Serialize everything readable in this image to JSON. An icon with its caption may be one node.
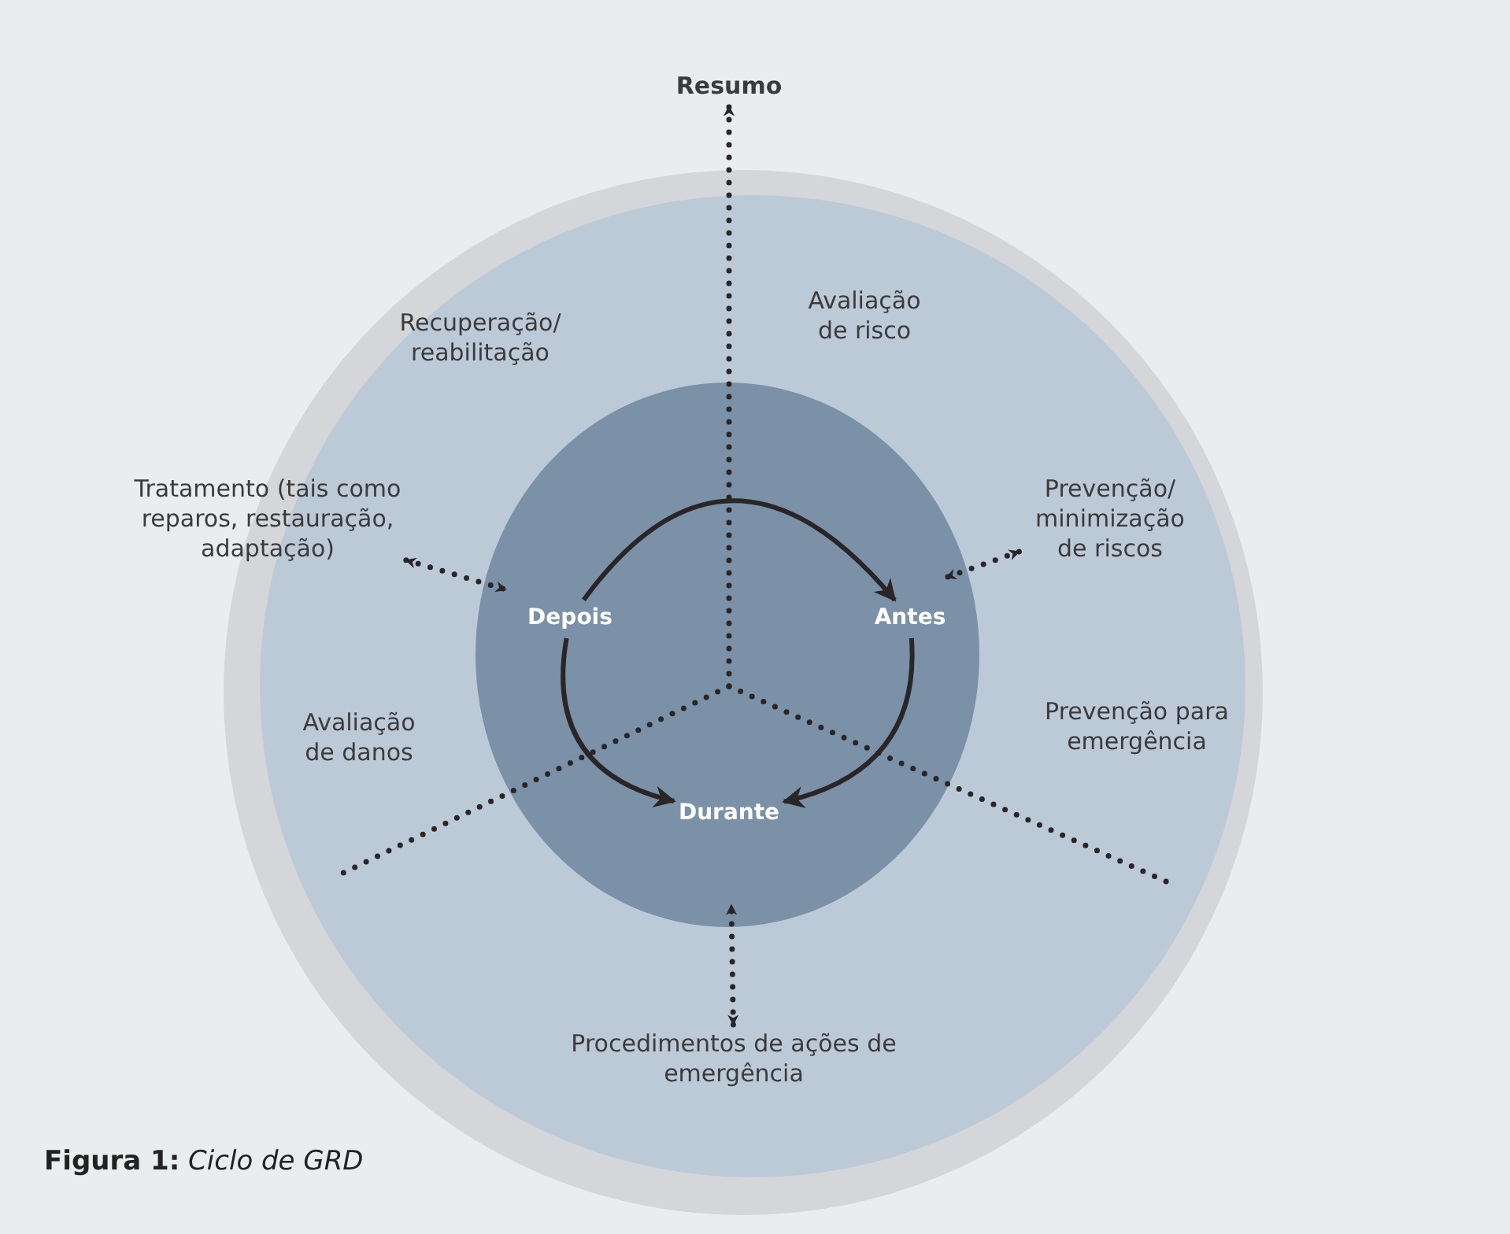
{
  "diagram": {
    "caption": "**Figura 1:** *Ciclo de GRD*",
    "nodes": [
      {
        "text": [
          "Resumo"
        ]
      },
      {
        "text": [],
        "shape": "circle"
      },
      {
        "text": [
          "Depois"
        ],
        "in": 1
      },
      {
        "text": [
          "Antes"
        ],
        "in": 1
      },
      {
        "text": [
          "Durante"
        ],
        "in": 1
      },
      {
        "text": [
          "Tratamento (tais como reparos, restauração, adaptação)"
        ]
      },
      {
        "text": [
          "Prevenção/ minimização de riscos"
        ]
      },
      {
        "text": [
          "Procedimentos de ações de emergência"
        ]
      }
    ],
    "edges": [
      {
        "from": null,
        "to": 0,
        "arrow": "to",
        "style": "dashed"
      },
      {
        "from": 2,
        "to": 3,
        "arrow": "to"
      },
      {
        "from": 3,
        "to": 4,
        "arrow": "to"
      },
      {
        "from": 2,
        "to": 4,
        "arrow": "to"
      },
      {
        "from": 5,
        "to": 1,
        "arrow": "both",
        "style": "dashed"
      },
      {
        "from": 6,
        "to": 1,
        "arrow": "both",
        "style": "dashed"
      },
      {
        "from": 7,
        "to": 1,
        "arrow": "both",
        "style": "dashed"
      }
    ],
    "labels": [
      "Recuperação/ reabilitação",
      "Avaliação de risco",
      "Avaliação de danos",
      "Prevenção para emergência"
    ]
  }
}
